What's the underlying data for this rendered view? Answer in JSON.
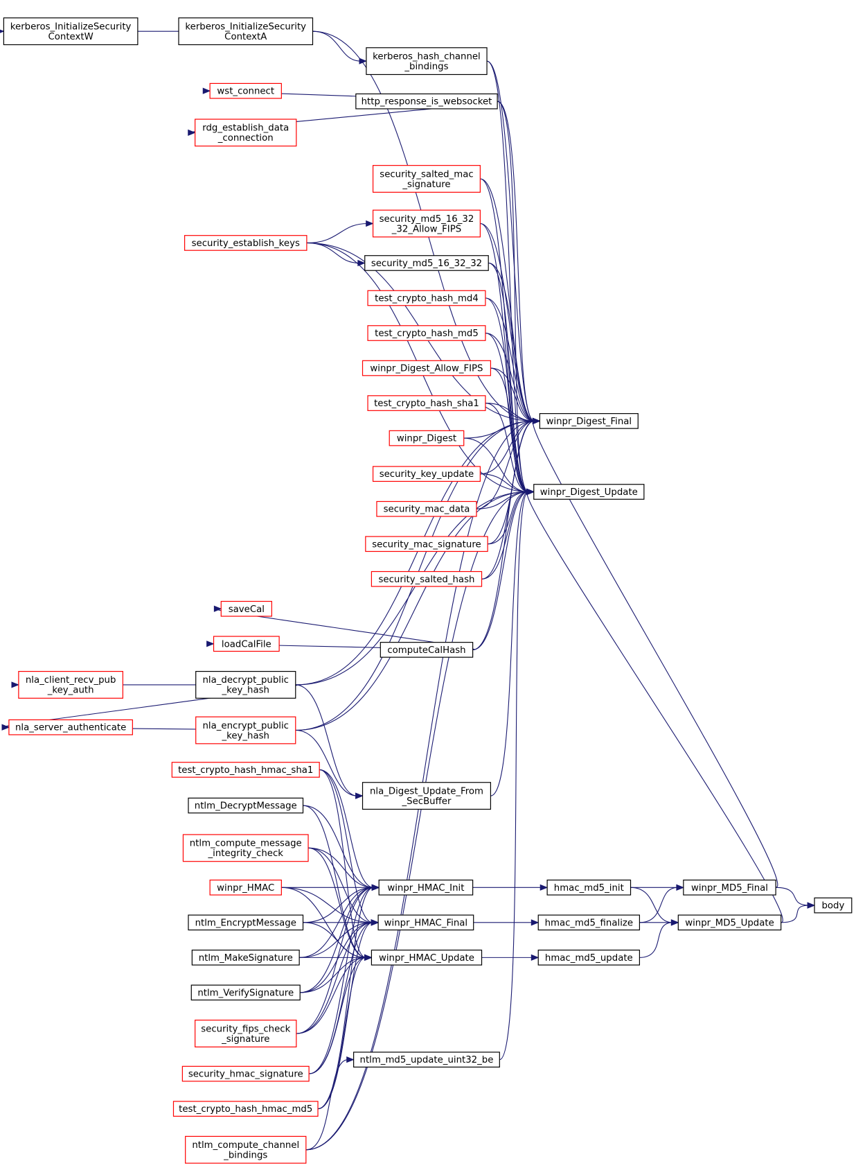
{
  "colors": {
    "edge": "#191970",
    "documented_border": "#000000",
    "truncated_border": "#ff0000",
    "root_fill": "#bfbfbf"
  },
  "nodes": [
    {
      "id": "n1",
      "lines": [
        "kerberos_InitializeSecurity",
        "ContextW"
      ],
      "style": "documented"
    },
    {
      "id": "n2",
      "lines": [
        "kerberos_InitializeSecurity",
        "ContextA"
      ],
      "style": "documented"
    },
    {
      "id": "n3",
      "lines": [
        "kerberos_hash_channel",
        "_bindings"
      ],
      "style": "documented"
    },
    {
      "id": "n4",
      "lines": [
        "wst_connect"
      ],
      "style": "truncated"
    },
    {
      "id": "n5",
      "lines": [
        "http_response_is_websocket"
      ],
      "style": "documented"
    },
    {
      "id": "n6",
      "lines": [
        "rdg_establish_data",
        "_connection"
      ],
      "style": "truncated"
    },
    {
      "id": "n7",
      "lines": [
        "security_salted_mac",
        "_signature"
      ],
      "style": "truncated"
    },
    {
      "id": "n8",
      "lines": [
        "security_md5_16_32",
        "_32_Allow_FIPS"
      ],
      "style": "truncated"
    },
    {
      "id": "n9",
      "lines": [
        "security_establish_keys"
      ],
      "style": "truncated"
    },
    {
      "id": "n10",
      "lines": [
        "security_md5_16_32_32"
      ],
      "style": "documented"
    },
    {
      "id": "n11",
      "lines": [
        "test_crypto_hash_md4"
      ],
      "style": "truncated"
    },
    {
      "id": "n12",
      "lines": [
        "test_crypto_hash_md5"
      ],
      "style": "truncated"
    },
    {
      "id": "n13",
      "lines": [
        "winpr_Digest_Allow_FIPS"
      ],
      "style": "truncated"
    },
    {
      "id": "n14",
      "lines": [
        "test_crypto_hash_sha1"
      ],
      "style": "truncated"
    },
    {
      "id": "n15",
      "lines": [
        "winpr_Digest_Final"
      ],
      "style": "documented"
    },
    {
      "id": "n16",
      "lines": [
        "winpr_Digest"
      ],
      "style": "truncated"
    },
    {
      "id": "n17",
      "lines": [
        "security_key_update"
      ],
      "style": "truncated"
    },
    {
      "id": "n18",
      "lines": [
        "winpr_Digest_Update"
      ],
      "style": "documented"
    },
    {
      "id": "n19",
      "lines": [
        "security_mac_data"
      ],
      "style": "truncated"
    },
    {
      "id": "n20",
      "lines": [
        "security_mac_signature"
      ],
      "style": "truncated"
    },
    {
      "id": "n21",
      "lines": [
        "security_salted_hash"
      ],
      "style": "truncated"
    },
    {
      "id": "n22",
      "lines": [
        "saveCal"
      ],
      "style": "truncated"
    },
    {
      "id": "n23",
      "lines": [
        "loadCalFile"
      ],
      "style": "truncated"
    },
    {
      "id": "n24",
      "lines": [
        "computeCalHash"
      ],
      "style": "documented"
    },
    {
      "id": "n25",
      "lines": [
        "nla_client_recv_pub",
        "_key_auth"
      ],
      "style": "truncated"
    },
    {
      "id": "n26",
      "lines": [
        "nla_decrypt_public",
        "_key_hash"
      ],
      "style": "documented"
    },
    {
      "id": "n27",
      "lines": [
        "nla_server_authenticate"
      ],
      "style": "truncated"
    },
    {
      "id": "n28",
      "lines": [
        "nla_encrypt_public",
        "_key_hash"
      ],
      "style": "truncated"
    },
    {
      "id": "n29",
      "lines": [
        "test_crypto_hash_hmac_sha1"
      ],
      "style": "truncated"
    },
    {
      "id": "n30",
      "lines": [
        "nla_Digest_Update_From",
        "_SecBuffer"
      ],
      "style": "documented"
    },
    {
      "id": "n31",
      "lines": [
        "ntlm_DecryptMessage"
      ],
      "style": "documented"
    },
    {
      "id": "n32",
      "lines": [
        "ntlm_compute_message",
        "_integrity_check"
      ],
      "style": "truncated"
    },
    {
      "id": "n33",
      "lines": [
        "winpr_HMAC"
      ],
      "style": "truncated"
    },
    {
      "id": "n34",
      "lines": [
        "winpr_HMAC_Init"
      ],
      "style": "documented"
    },
    {
      "id": "n35",
      "lines": [
        "hmac_md5_init"
      ],
      "style": "documented"
    },
    {
      "id": "n36",
      "lines": [
        "winpr_MD5_Final"
      ],
      "style": "documented"
    },
    {
      "id": "n37",
      "lines": [
        "body"
      ],
      "style": "root"
    },
    {
      "id": "n38",
      "lines": [
        "ntlm_EncryptMessage"
      ],
      "style": "documented"
    },
    {
      "id": "n39",
      "lines": [
        "winpr_HMAC_Final"
      ],
      "style": "documented"
    },
    {
      "id": "n40",
      "lines": [
        "hmac_md5_finalize"
      ],
      "style": "documented"
    },
    {
      "id": "n41",
      "lines": [
        "winpr_MD5_Update"
      ],
      "style": "documented"
    },
    {
      "id": "n42",
      "lines": [
        "ntlm_MakeSignature"
      ],
      "style": "documented"
    },
    {
      "id": "n43",
      "lines": [
        "winpr_HMAC_Update"
      ],
      "style": "documented"
    },
    {
      "id": "n44",
      "lines": [
        "hmac_md5_update"
      ],
      "style": "documented"
    },
    {
      "id": "n45",
      "lines": [
        "ntlm_VerifySignature"
      ],
      "style": "documented"
    },
    {
      "id": "n46",
      "lines": [
        "security_fips_check",
        "_signature"
      ],
      "style": "truncated"
    },
    {
      "id": "n47",
      "lines": [
        "security_hmac_signature"
      ],
      "style": "truncated"
    },
    {
      "id": "n48",
      "lines": [
        "ntlm_md5_update_uint32_be"
      ],
      "style": "documented"
    },
    {
      "id": "n49",
      "lines": [
        "test_crypto_hash_hmac_md5"
      ],
      "style": "truncated"
    },
    {
      "id": "n50",
      "lines": [
        "ntlm_compute_channel",
        "_bindings"
      ],
      "style": "truncated"
    }
  ],
  "edges": [
    [
      "n1",
      "n2"
    ],
    [
      "n3",
      "n2"
    ],
    [
      "n15",
      "n2"
    ],
    [
      "n4",
      "n5"
    ],
    [
      "n6",
      "n5"
    ],
    [
      "n15",
      "n5"
    ],
    [
      "n18",
      "n5"
    ],
    [
      "n15",
      "n3"
    ],
    [
      "n18",
      "n3"
    ],
    [
      "n8",
      "n9"
    ],
    [
      "n10",
      "n9"
    ],
    [
      "n15",
      "n9"
    ],
    [
      "n18",
      "n9"
    ],
    [
      "n15",
      "n7"
    ],
    [
      "n18",
      "n7"
    ],
    [
      "n15",
      "n8"
    ],
    [
      "n18",
      "n8"
    ],
    [
      "n15",
      "n10"
    ],
    [
      "n18",
      "n10"
    ],
    [
      "n15",
      "n11"
    ],
    [
      "n18",
      "n11"
    ],
    [
      "n15",
      "n12"
    ],
    [
      "n18",
      "n12"
    ],
    [
      "n15",
      "n13"
    ],
    [
      "n18",
      "n13"
    ],
    [
      "n15",
      "n14"
    ],
    [
      "n18",
      "n14"
    ],
    [
      "n15",
      "n16"
    ],
    [
      "n18",
      "n16"
    ],
    [
      "n15",
      "n17"
    ],
    [
      "n18",
      "n17"
    ],
    [
      "n15",
      "n19"
    ],
    [
      "n18",
      "n19"
    ],
    [
      "n15",
      "n20"
    ],
    [
      "n18",
      "n20"
    ],
    [
      "n15",
      "n21"
    ],
    [
      "n18",
      "n21"
    ],
    [
      "n22",
      "n24"
    ],
    [
      "n23",
      "n24"
    ],
    [
      "n15",
      "n24"
    ],
    [
      "n18",
      "n24"
    ],
    [
      "n25",
      "n26"
    ],
    [
      "n27",
      "n26"
    ],
    [
      "n27",
      "n28"
    ],
    [
      "n15",
      "n26"
    ],
    [
      "n18",
      "n26"
    ],
    [
      "n15",
      "n28"
    ],
    [
      "n18",
      "n28"
    ],
    [
      "n30",
      "n26"
    ],
    [
      "n30",
      "n28"
    ],
    [
      "n18",
      "n30"
    ],
    [
      "n34",
      "n29"
    ],
    [
      "n39",
      "n29"
    ],
    [
      "n43",
      "n29"
    ],
    [
      "n34",
      "n31"
    ],
    [
      "n43",
      "n31"
    ],
    [
      "n34",
      "n32"
    ],
    [
      "n39",
      "n32"
    ],
    [
      "n43",
      "n32"
    ],
    [
      "n34",
      "n33"
    ],
    [
      "n39",
      "n33"
    ],
    [
      "n43",
      "n33"
    ],
    [
      "n34",
      "n38"
    ],
    [
      "n39",
      "n38"
    ],
    [
      "n43",
      "n38"
    ],
    [
      "n34",
      "n42"
    ],
    [
      "n39",
      "n42"
    ],
    [
      "n43",
      "n42"
    ],
    [
      "n34",
      "n45"
    ],
    [
      "n39",
      "n45"
    ],
    [
      "n43",
      "n45"
    ],
    [
      "n34",
      "n46"
    ],
    [
      "n39",
      "n46"
    ],
    [
      "n43",
      "n46"
    ],
    [
      "n34",
      "n47"
    ],
    [
      "n39",
      "n47"
    ],
    [
      "n43",
      "n47"
    ],
    [
      "n34",
      "n49"
    ],
    [
      "n39",
      "n49"
    ],
    [
      "n43",
      "n49"
    ],
    [
      "n35",
      "n34"
    ],
    [
      "n40",
      "n39"
    ],
    [
      "n44",
      "n43"
    ],
    [
      "n36",
      "n35"
    ],
    [
      "n41",
      "n35"
    ],
    [
      "n41",
      "n40"
    ],
    [
      "n36",
      "n40"
    ],
    [
      "n41",
      "n44"
    ],
    [
      "n15",
      "n36"
    ],
    [
      "n18",
      "n41"
    ],
    [
      "n37",
      "n36"
    ],
    [
      "n37",
      "n41"
    ],
    [
      "n18",
      "n48"
    ],
    [
      "n48",
      "n50"
    ],
    [
      "n18",
      "n50"
    ],
    [
      "n15",
      "n50"
    ]
  ]
}
